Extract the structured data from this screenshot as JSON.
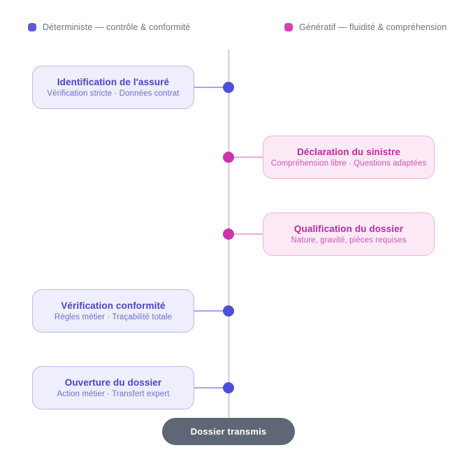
{
  "legend": {
    "items": [
      {
        "key": "deterministic",
        "label": "Déterministe — contrôle & conformité",
        "color": "#5b5be0",
        "swatch_name": "legend-swatch-deterministic"
      },
      {
        "key": "generatif",
        "label": "Génératif — fluidité & compréhension",
        "color": "#d93fb2",
        "swatch_name": "legend-swatch-generatif"
      }
    ]
  },
  "timeline": {
    "axis_color": "#dcdce3",
    "steps": [
      {
        "index": 1,
        "side": "left",
        "type": "deterministic",
        "title": "Identification de l'assuré",
        "subtitle": "Vérification stricte · Données contrat",
        "node_color": "#4e4ed8",
        "card_bg": "#eeeefc",
        "card_border": "#b9b9f0"
      },
      {
        "index": 2,
        "side": "right",
        "type": "generatif",
        "title": "Déclaration du sinistre",
        "subtitle": "Compréhension libre · Questions adaptées",
        "node_color": "#cc34ae",
        "card_bg": "#fbe9f6",
        "card_border": "#edb4dd"
      },
      {
        "index": 3,
        "side": "right",
        "type": "generatif",
        "title": "Qualification du dossier",
        "subtitle": "Nature, gravité, pièces requises",
        "node_color": "#cc34ae",
        "card_bg": "#fbe9f6",
        "card_border": "#edb4dd"
      },
      {
        "index": 4,
        "side": "left",
        "type": "deterministic",
        "title": "Vérification conformité",
        "subtitle": "Règles métier · Traçabilité totale",
        "node_color": "#4e4ed8",
        "card_bg": "#eeeefc",
        "card_border": "#b9b9f0"
      },
      {
        "index": 5,
        "side": "left",
        "type": "deterministic",
        "title": "Ouverture du dossier",
        "subtitle": "Action métier · Transfert expert",
        "node_color": "#4e4ed8",
        "card_bg": "#eeeefc",
        "card_border": "#b9b9f0"
      }
    ]
  },
  "footer": {
    "pill_label": "Dossier transmis",
    "pill_color": "#5f6676"
  }
}
